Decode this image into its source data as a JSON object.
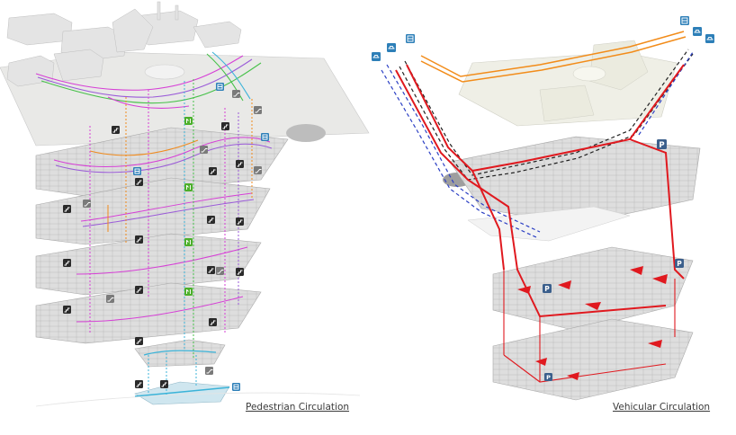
{
  "captions": {
    "pedestrian": "Pedestrian Circulation",
    "vehicular": "Vehicular Circulation"
  },
  "palette": {
    "slab": "#d9d9d9",
    "slab_edge": "#a8a8a8",
    "building": "#e6e6e6",
    "terrain": "#e8e8e6",
    "ped_magenta": "#d63fd6",
    "ped_purple": "#9a5ad8",
    "ped_orange": "#f08a1c",
    "ped_cyan": "#3bb3d8",
    "ped_green": "#47c14a",
    "veh_red": "#e0191f",
    "veh_orange": "#f28c1a",
    "veh_black": "#222222",
    "veh_blue": "#2b3fc4",
    "icon_blue": "#2d7fb8",
    "icon_green": "#4caf2a",
    "icon_dark": "#2a2a2a",
    "icon_grey": "#7a7a7a"
  },
  "icons": [
    "bus-icon",
    "car-icon",
    "parking-icon",
    "elevator-icon",
    "escalator-icon",
    "stairs-icon"
  ],
  "parking_label": "P"
}
